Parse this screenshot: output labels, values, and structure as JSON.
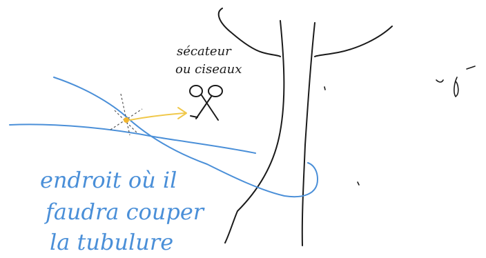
{
  "colors": {
    "ink_black": "#1a1a1a",
    "ink_blue": "#4a8fd8",
    "ink_yellow": "#f0c84a",
    "ink_marker": "#f2b62f",
    "ink_gray": "#555555",
    "background": "#ffffff"
  },
  "annotations": {
    "tool_line1": "sécateur",
    "tool_line2": "ou ciseaux",
    "blue_line1": "endroit où il",
    "blue_line2": "faudra couper",
    "blue_line3": "la tubulure"
  },
  "icons": {
    "scissors": "scissors-icon",
    "cut_marker": "asterisk-marker-icon"
  }
}
